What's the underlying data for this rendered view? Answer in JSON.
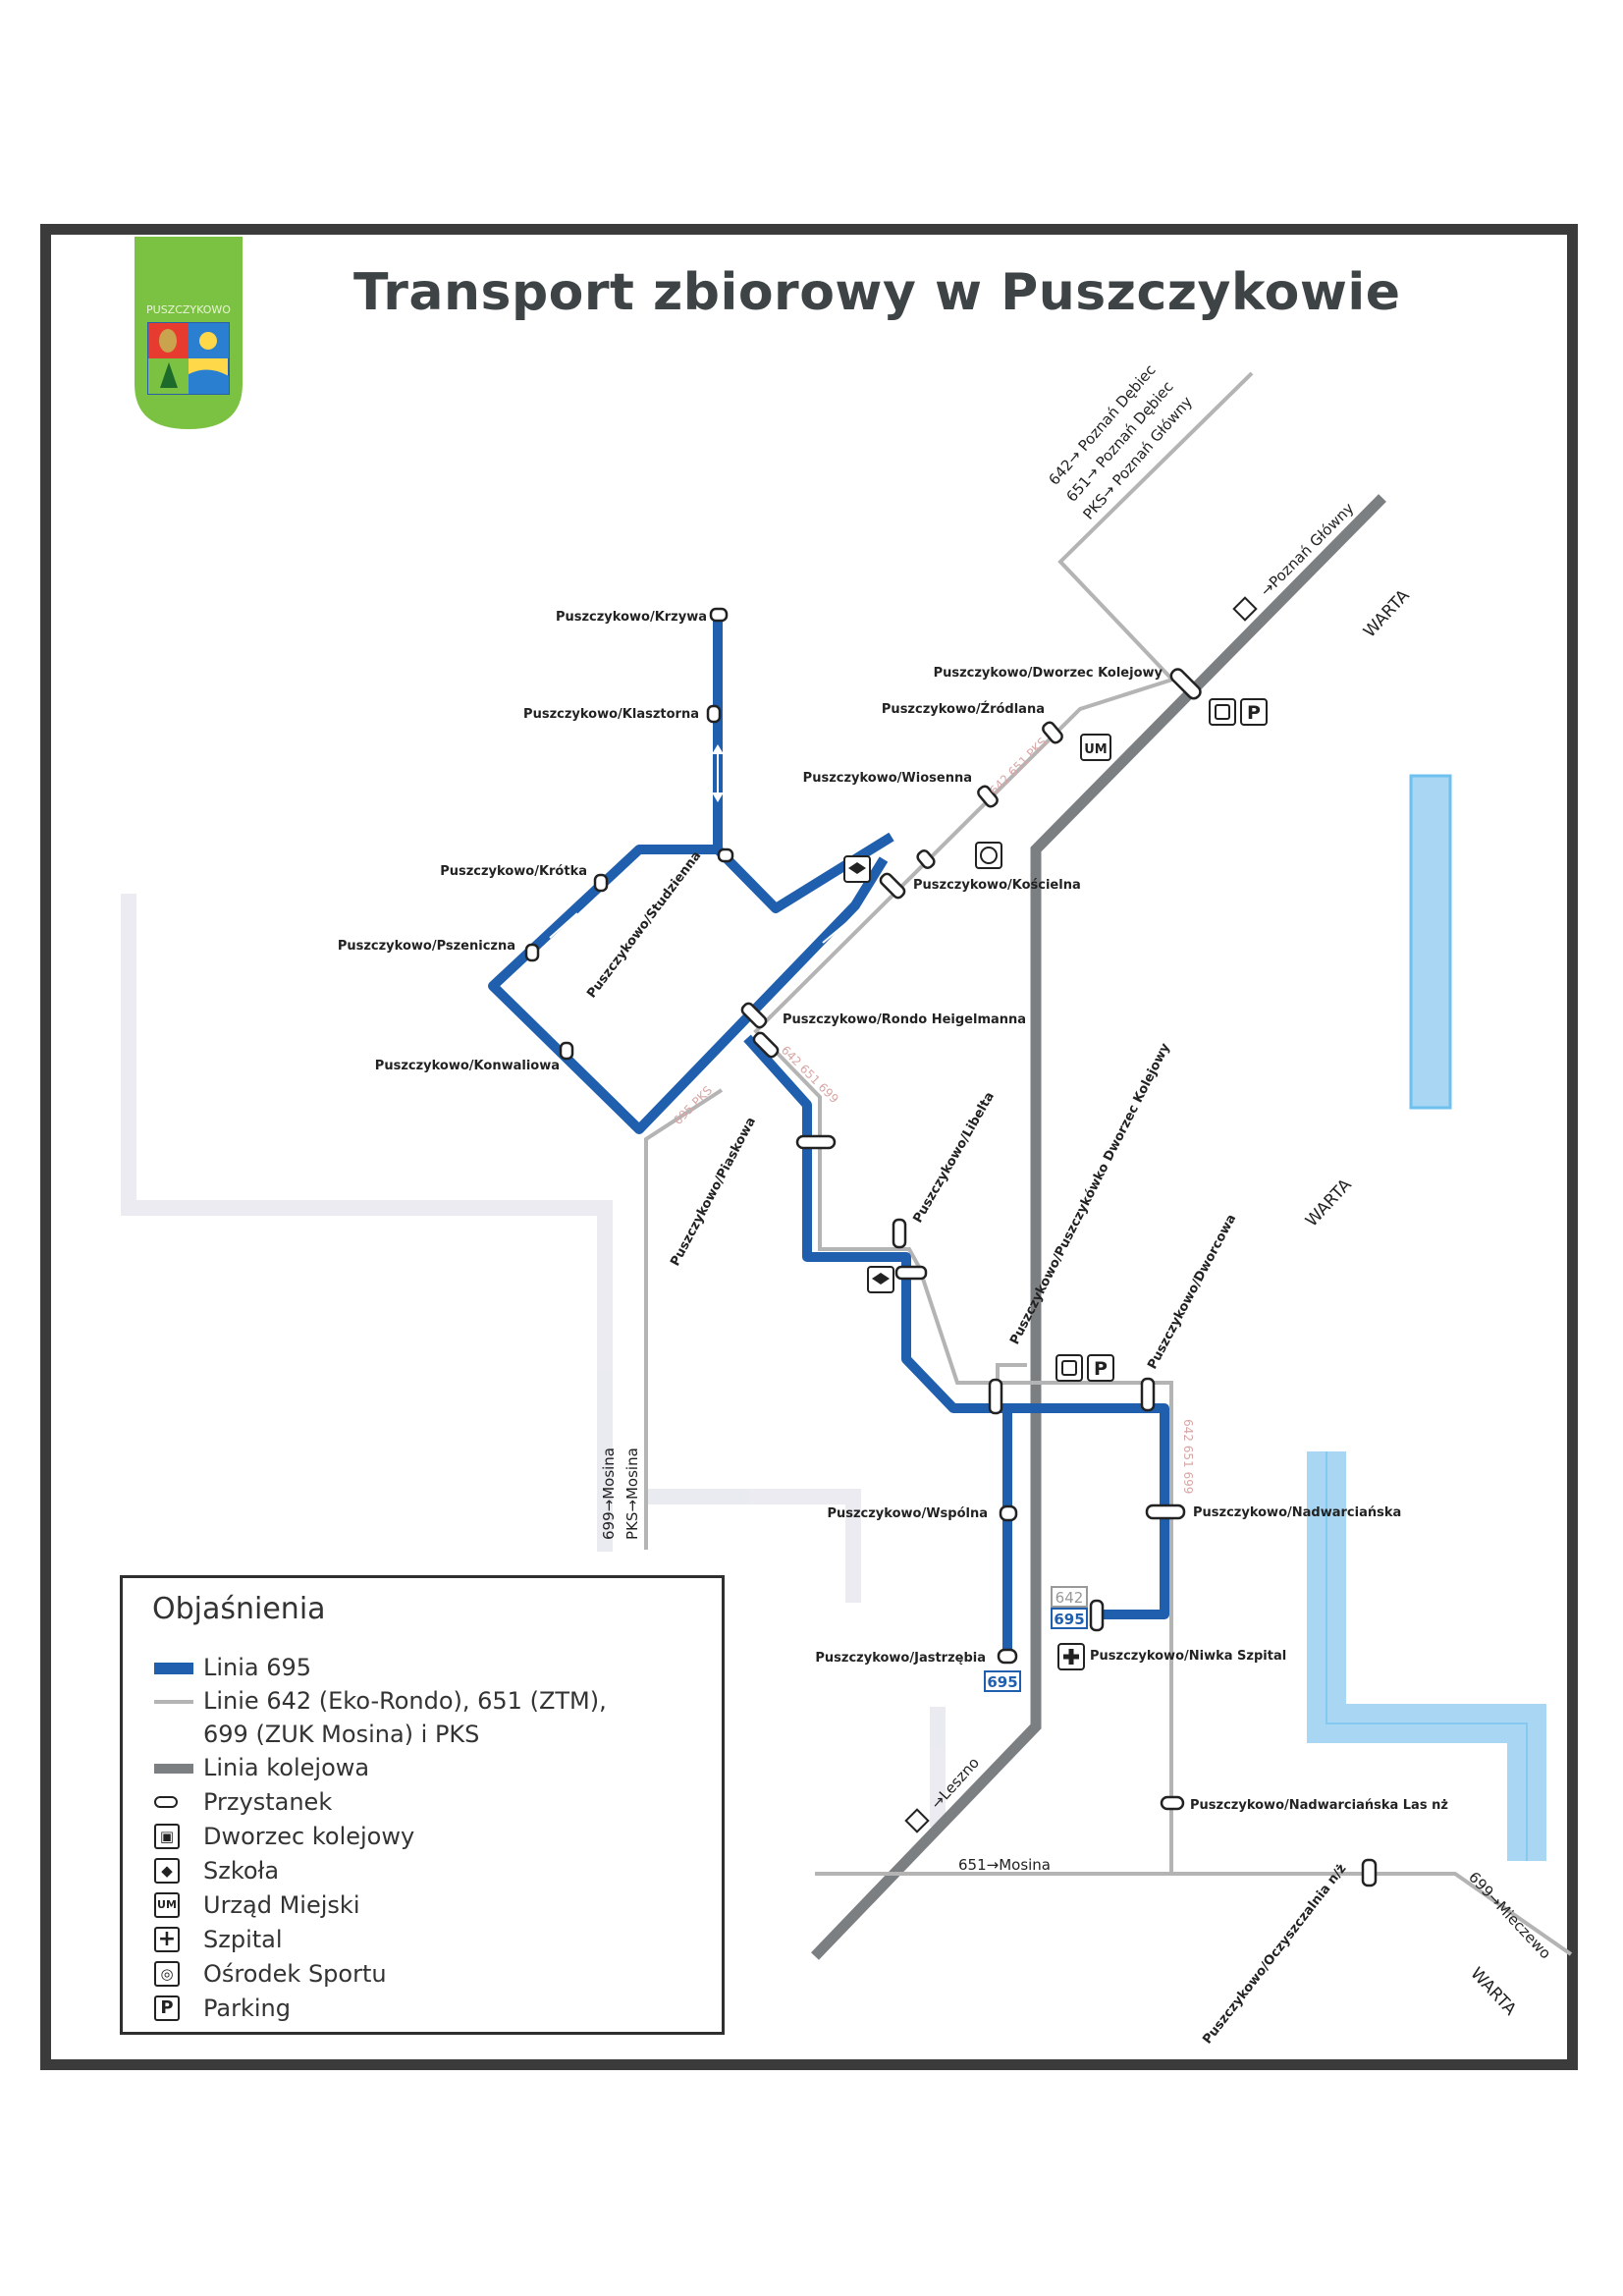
{
  "title": "Transport zbiorowy w Puszczykowie",
  "crest_text": "PUSZCZYKOWO",
  "colors": {
    "line_695": "#1f5fae",
    "bus_lines": "#b4b4b4",
    "railway": "#7b7f82",
    "river": "#a9d6f2",
    "frame": "#3b3b3b"
  },
  "stops": {
    "krzywa": "Puszczykowo/Krzywa",
    "klasztorna": "Puszczykowo/Klasztorna",
    "krotka": "Puszczykowo/Krótka",
    "pszeniczna": "Puszczykowo/Pszeniczna",
    "konwaliowa": "Puszczykowo/Konwaliowa",
    "studzienna": "Puszczykowo/Studzienna",
    "dworzec": "Puszczykowo/Dworzec Kolejowy",
    "zrodlana": "Puszczykowo/Źródlana",
    "wiosenna": "Puszczykowo/Wiosenna",
    "koscielna": "Puszczykowo/Kościelna",
    "rondo": "Puszczykowo/Rondo Heigelmanna",
    "piaskowa": "Puszczykowo/Piaskowa",
    "libelta": "Puszczykowo/Libelta",
    "puszczykowko": "Puszczykowo/Puszczykówko Dworzec Kolejowy",
    "dworcowa": "Puszczykowo/Dworcowa",
    "wspolna": "Puszczykowo/Wspólna",
    "nadwarcianska": "Puszczykowo/Nadwarciańska",
    "jastrzebia": "Puszczykowo/Jastrzębia",
    "niwka": "Puszczykowo/Niwka Szpital",
    "las": "Puszczykowo/Nadwarciańska Las nż",
    "oczyszczalnia": "Puszczykowo/Oczyszczalnia n/ż"
  },
  "directions": {
    "north_642": "642→ Poznań Dębiec",
    "north_651": "651→ Poznań Dębiec",
    "north_pks": "PKS→ Poznań Główny",
    "rail_north": "→Poznań Główny",
    "rail_south": "→Leszno",
    "mosina_699": "699→Mosina",
    "mosina_pks": "PKS→Mosina",
    "mosina_651": "651→Mosina",
    "mieczewo": "699→Mieczewo"
  },
  "corridor_labels": {
    "c1": "642 651 PKS",
    "c2": "642 651 699",
    "c3": "695 PKS",
    "c4": "642 651 699"
  },
  "river_labels": {
    "w1": "WARTA",
    "w2": "WARTA",
    "w3": "WARTA"
  },
  "badges": {
    "b695_end": "695",
    "b642": "642",
    "b695_niwka": "695"
  },
  "symbols": {
    "station": "🚉",
    "parking": "P",
    "um": "UM",
    "school": "🎓",
    "sport": "⚽",
    "hospital": "+"
  },
  "legend": {
    "title": "Objaśnienia",
    "items": [
      {
        "label": "Linia 695"
      },
      {
        "label": "Linie 642 (Eko-Rondo), 651 (ZTM),",
        "label2": "699 (ZUK Mosina) i PKS"
      },
      {
        "label": "Linia kolejowa"
      },
      {
        "label": "Przystanek"
      },
      {
        "label": "Dworzec kolejowy"
      },
      {
        "label": "Szkoła"
      },
      {
        "label": "Urząd Miejski"
      },
      {
        "label": "Szpital"
      },
      {
        "label": "Ośrodek Sportu"
      },
      {
        "label": "Parking"
      }
    ]
  }
}
